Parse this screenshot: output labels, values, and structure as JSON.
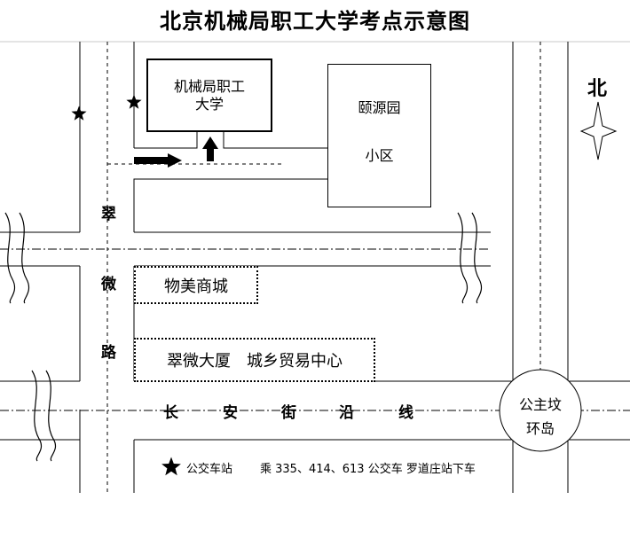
{
  "title": "北京机械局职工大学考点示意图",
  "school": {
    "line1": "机械局职工",
    "line2": "大学"
  },
  "residential": {
    "line1": "颐源园",
    "line2": "小区"
  },
  "mall": "物美商城",
  "building": "翠微大厦　城乡贸易中心",
  "road_vertical": [
    "翠",
    "微",
    "路"
  ],
  "road_main": [
    "长",
    "安",
    "街",
    "沿",
    "线"
  ],
  "roundabout": {
    "line1": "公主坟",
    "line2": "环岛"
  },
  "north": "北",
  "legend": {
    "bus_stop": "公交车站",
    "directions": "乘 335、414、613 公交车  罗道庄站下车"
  }
}
